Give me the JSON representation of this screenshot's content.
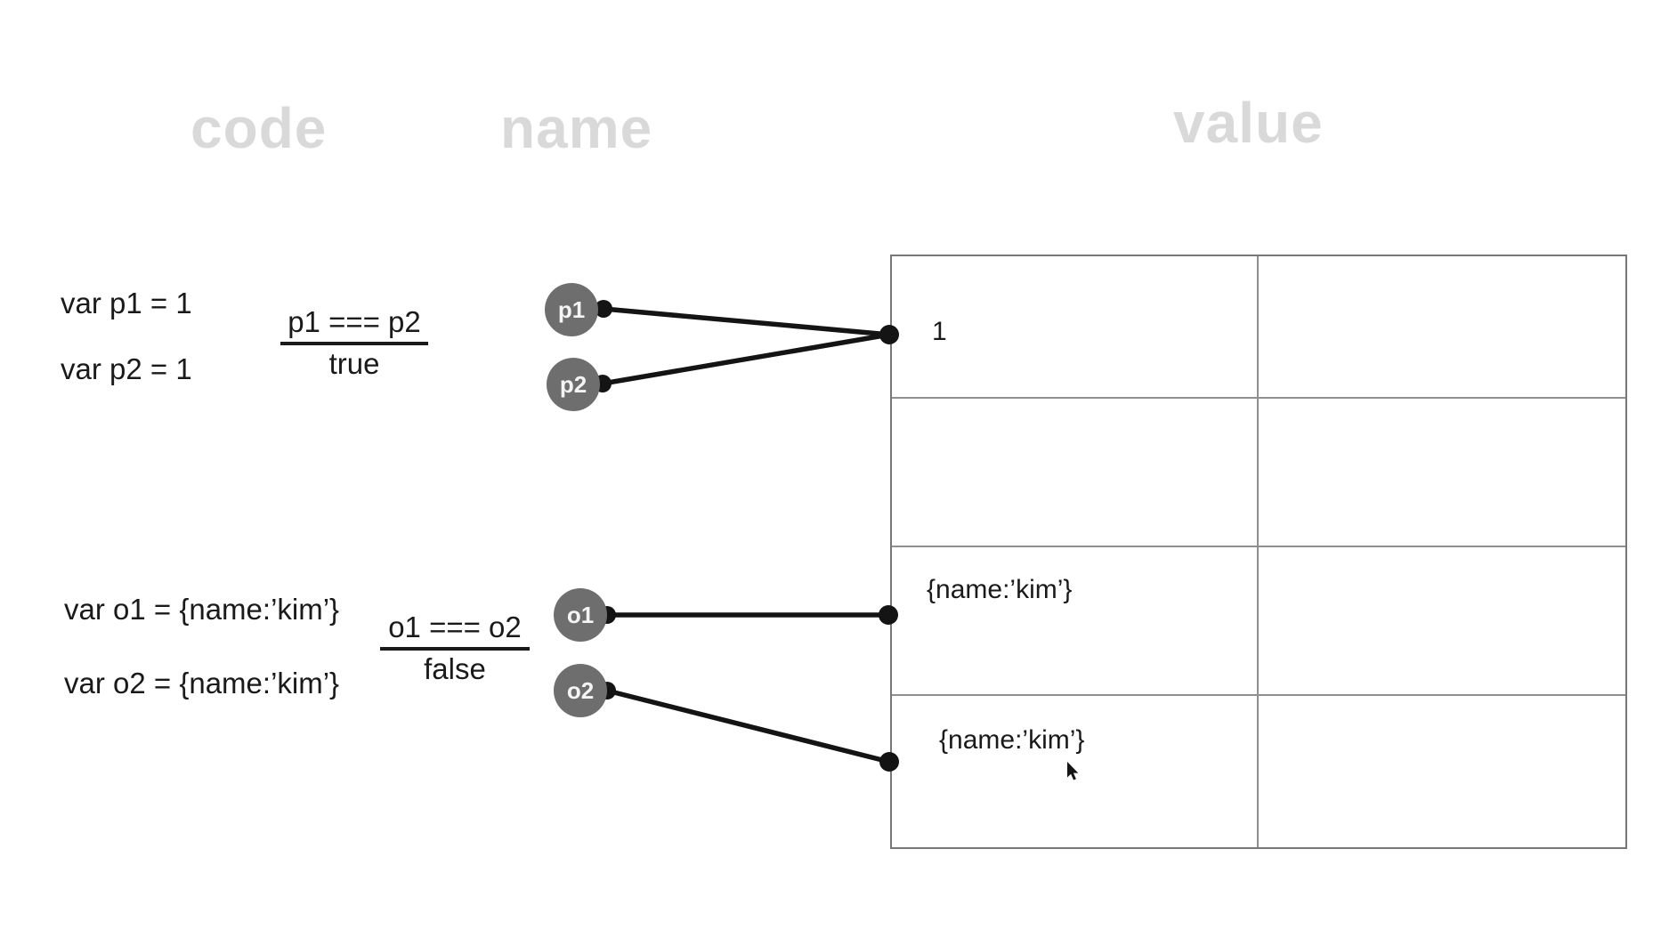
{
  "column_headers": {
    "code": "code",
    "name": "name",
    "value": "value"
  },
  "primitive_example": {
    "code_lines": [
      "var p1 = 1",
      "var p2 = 1"
    ],
    "comparison_expression": "p1 === p2",
    "comparison_result": "true"
  },
  "object_example": {
    "code_lines": [
      "var o1 = {name:’kim’}",
      "var o2 = {name:’kim’}"
    ],
    "comparison_expression": "o1 === o2",
    "comparison_result": "false"
  },
  "name_nodes": [
    {
      "id": "p1",
      "label": "p1"
    },
    {
      "id": "p2",
      "label": "p2"
    },
    {
      "id": "o1",
      "label": "o1"
    },
    {
      "id": "o2",
      "label": "o2"
    }
  ],
  "value_table": {
    "columns": 2,
    "rows": [
      {
        "value": "1"
      },
      {
        "value": ""
      },
      {
        "value": "{name:’kim’}"
      },
      {
        "value": "{name:’kim’}"
      }
    ]
  },
  "connections": [
    {
      "from": "p1",
      "to": "value-1"
    },
    {
      "from": "p2",
      "to": "value-1"
    },
    {
      "from": "o1",
      "to": "value-3"
    },
    {
      "from": "o2",
      "to": "value-4"
    }
  ],
  "colors": {
    "background": "#ffffff",
    "header_text": "#d9d9d9",
    "node_fill": "#6e6e6e",
    "node_label": "#f4f4f4",
    "line": "#141414",
    "text": "#1a1a1a",
    "table_border": "#8f8f8f",
    "table_outer_border": "#777777"
  }
}
